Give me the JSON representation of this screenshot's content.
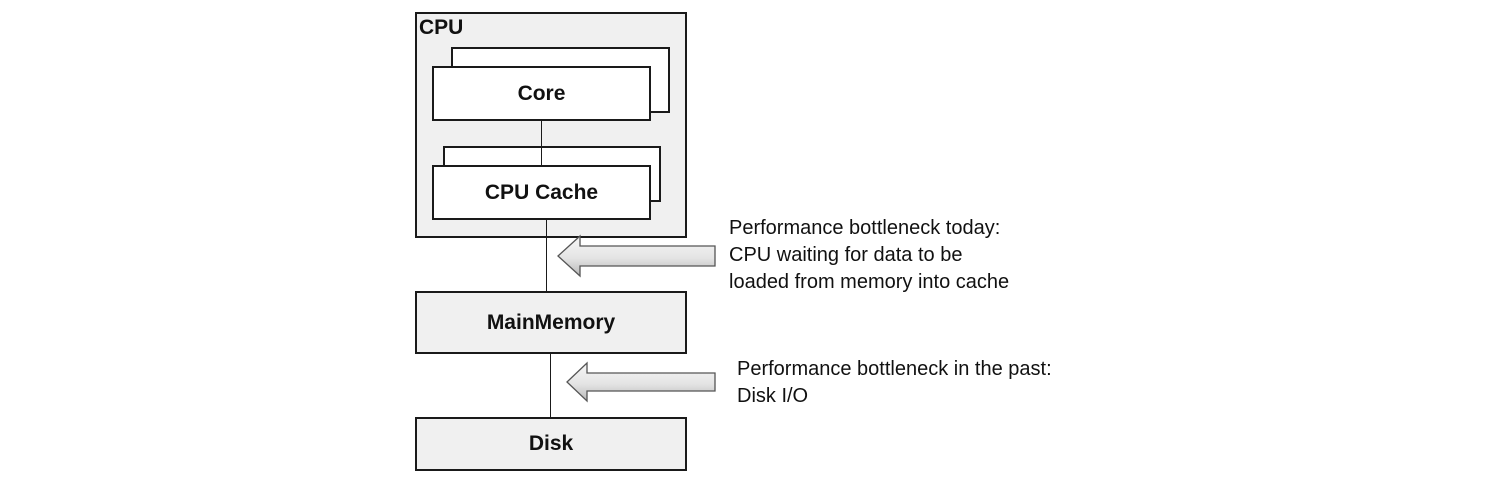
{
  "cpu": {
    "label": "CPU",
    "core_label": "Core",
    "cache_label": "CPU Cache"
  },
  "memory": {
    "label": "MainMemory"
  },
  "disk": {
    "label": "Disk"
  },
  "annotations": [
    {
      "lines": [
        "Performance bottleneck today:",
        "CPU waiting for data to be",
        "loaded from memory into cache"
      ]
    },
    {
      "lines": [
        "Performance bottleneck in the past:",
        "Disk I/O"
      ]
    }
  ],
  "colors": {
    "box_fill": "#f0f0f0",
    "arrow_light": "#f4f4f4",
    "arrow_dark": "#b8b8b8",
    "stroke": "#1a1a1a"
  },
  "icons": {
    "arrow": "left-arrow-icon"
  }
}
